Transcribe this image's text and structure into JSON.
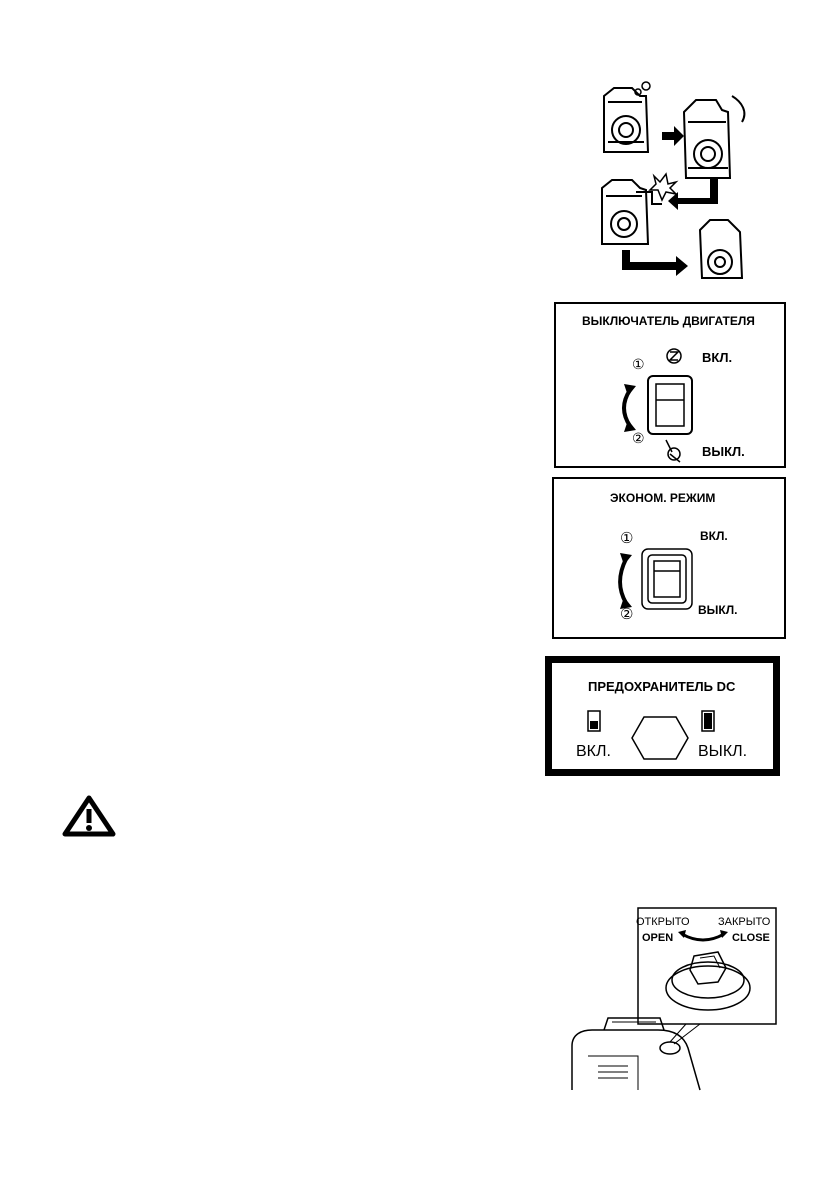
{
  "engine_switch": {
    "title": "ВЫКЛЮЧАТЕЛЬ ДВИГАТЕЛЯ",
    "on_label": "ВКЛ.",
    "off_label": "ВЫКЛ.",
    "pos1": "①",
    "pos2": "②"
  },
  "eco_mode": {
    "title": "ЭКОНОМ. РЕЖИМ",
    "on_label": "ВКЛ.",
    "off_label": "ВЫКЛ.",
    "pos1": "①",
    "pos2": "②"
  },
  "dc_fuse": {
    "title": "ПРЕДОХРАНИТЕЛЬ DC",
    "on_label": "ВКЛ.",
    "off_label": "ВЫКЛ."
  },
  "fuel_cap": {
    "open_ru": "ОТКРЫТО",
    "close_ru": "ЗАКРЫТО",
    "open_en": "OPEN",
    "close_en": "CLOSE"
  },
  "icons": [
    "warning-triangle-icon",
    "generator-sequence-illustration",
    "fuel-cap-illustration"
  ]
}
